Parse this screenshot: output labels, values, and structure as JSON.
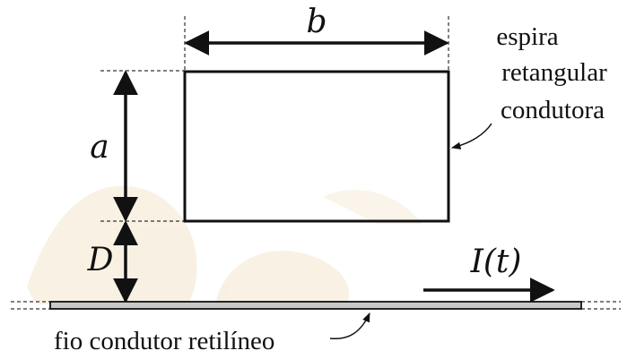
{
  "figure": {
    "labels": {
      "width": "b",
      "height": "a",
      "distance": "D",
      "current": "I(t)"
    },
    "loop_caption": [
      "espira",
      "retangular",
      "condutora"
    ],
    "wire_caption": "fio condutor retilíneo",
    "colors": {
      "stroke": "#111111",
      "wire_fill": "#c8c8c8",
      "watermark": "#f7eedc"
    }
  }
}
